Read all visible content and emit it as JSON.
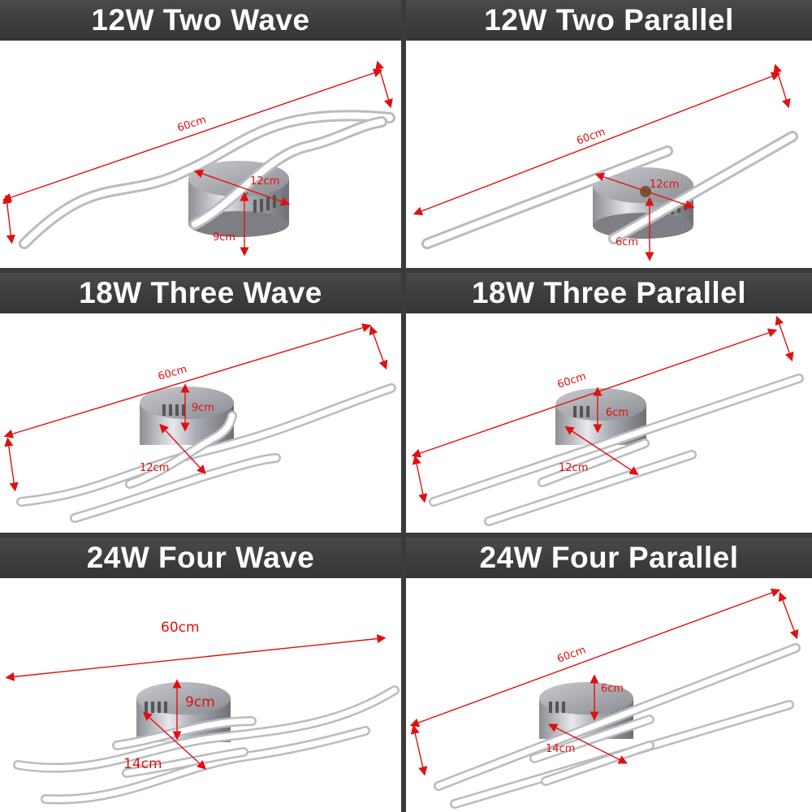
{
  "panels": [
    {
      "title": "12W Two Wave",
      "length": "60cm",
      "diameter": "12cm",
      "height": "9cm"
    },
    {
      "title": "12W Two Parallel",
      "length": "60cm",
      "diameter": "12cm",
      "height": "6cm"
    },
    {
      "title": "18W Three Wave",
      "length": "60cm",
      "diameter": "12cm",
      "height": "9cm"
    },
    {
      "title": "18W Three Parallel",
      "length": "60cm",
      "diameter": "12cm",
      "height": "6cm"
    },
    {
      "title": "24W Four Wave",
      "length": "60cm",
      "diameter": "14cm",
      "height": "9cm"
    },
    {
      "title": "24W Four Parallel",
      "length": "60cm",
      "diameter": "14cm",
      "height": "6cm"
    }
  ],
  "colors": {
    "banner": "#3c3c3c",
    "dimension": "#e01010",
    "divider": "#3b3b3b"
  }
}
